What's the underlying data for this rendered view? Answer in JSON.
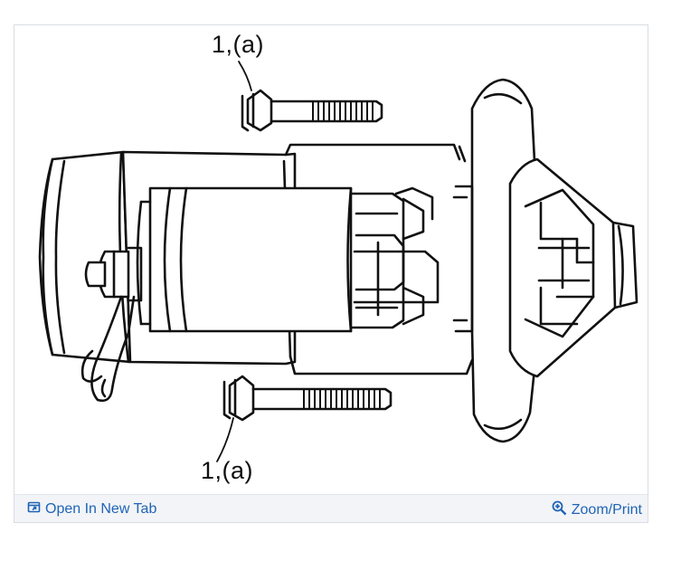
{
  "diagram": {
    "callout_top": "1,(a)",
    "callout_bottom": "1,(a)"
  },
  "footer": {
    "open_new_tab_label": "Open In New Tab",
    "open_new_tab_icon": "open-new-tab-icon",
    "zoom_print_label": "Zoom/Print",
    "zoom_print_icon": "zoom-in-icon"
  },
  "colors": {
    "link": "#1f63b5",
    "footer_bg": "#f2f4f7",
    "border": "#d9dde1",
    "ink": "#111111"
  }
}
